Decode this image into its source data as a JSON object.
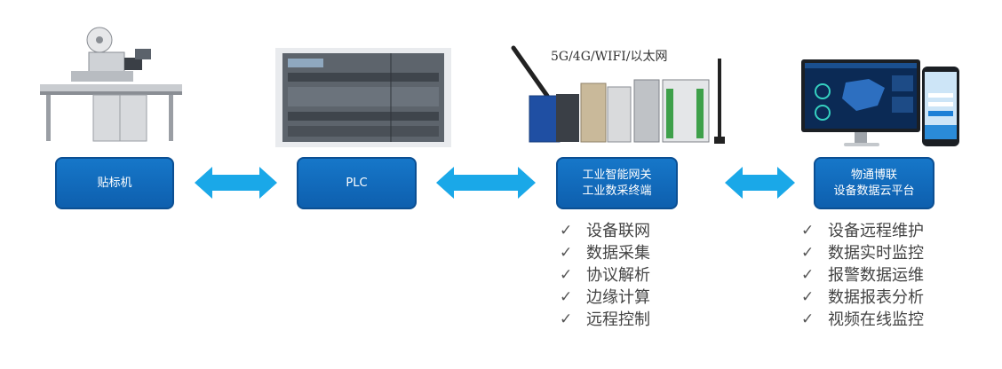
{
  "nodes": [
    {
      "label_line1": "贴标机",
      "label_line2": ""
    },
    {
      "label_line1": "PLC",
      "label_line2": ""
    },
    {
      "label_line1": "工业智能网关",
      "label_line2": "工业数采终端"
    },
    {
      "label_line1": "物通博联",
      "label_line2": "设备数据云平台"
    }
  ],
  "network_label": "5G/4G/WIFI/以太网",
  "gateway_features": [
    "设备联网",
    "数据采集",
    "协议解析",
    "边缘计算",
    "远程控制"
  ],
  "platform_features": [
    "设备远程维护",
    "数据实时监控",
    "报警数据运维",
    "数据报表分析",
    "视频在线监控"
  ],
  "check_glyph": "✓",
  "colors": {
    "node_fill": "#1270c2",
    "arrow": "#1aa8e8"
  }
}
